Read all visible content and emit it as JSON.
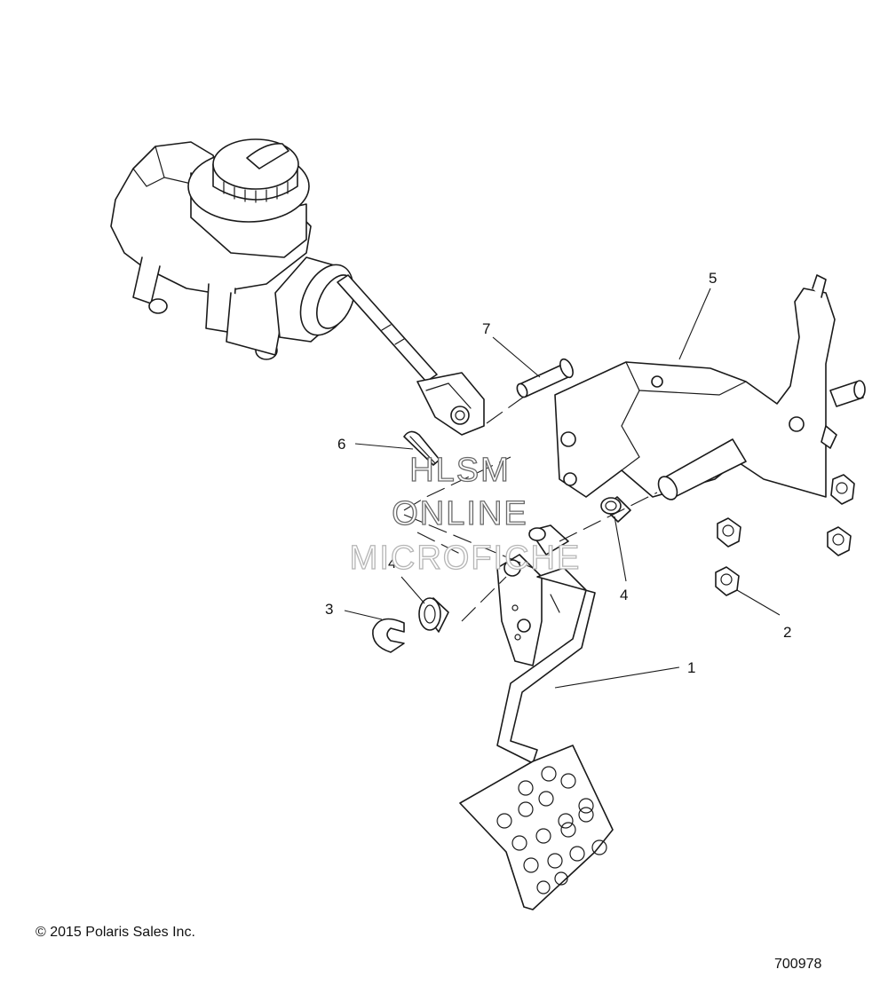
{
  "callouts": [
    {
      "id": "1",
      "label": "1"
    },
    {
      "id": "2",
      "label": "2"
    },
    {
      "id": "3",
      "label": "3"
    },
    {
      "id": "4a",
      "label": "4"
    },
    {
      "id": "4b",
      "label": "4"
    },
    {
      "id": "5",
      "label": "5"
    },
    {
      "id": "6",
      "label": "6"
    },
    {
      "id": "7",
      "label": "7"
    }
  ],
  "watermark": {
    "line1": "HLSM",
    "line2": "ONLINE",
    "line3": "MICROFICHE"
  },
  "copyright": "© 2015 Polaris Sales Inc.",
  "drawing_number": "700978"
}
